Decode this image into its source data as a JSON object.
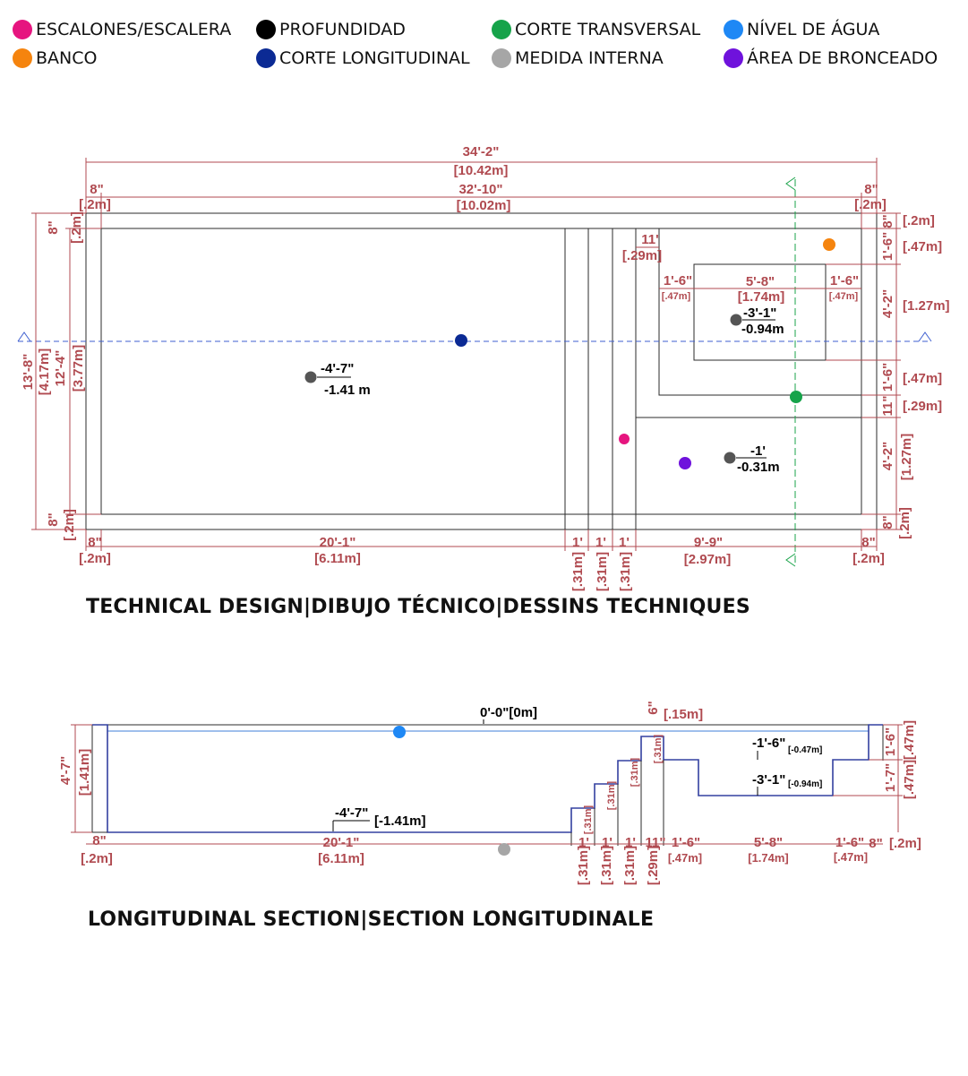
{
  "legend": {
    "items": [
      {
        "label": "ESCALONES/ESCALERA",
        "color": "#e6157f"
      },
      {
        "label": "PROFUNDIDAD",
        "color": "#000000"
      },
      {
        "label": "CORTE TRANSVERSAL",
        "color": "#16a34a"
      },
      {
        "label": "NÍVEL DE ÁGUA",
        "color": "#1e88f5"
      },
      {
        "label": "BANCO",
        "color": "#f5840e"
      },
      {
        "label": "CORTE LONGITUDINAL",
        "color": "#0b2a94"
      },
      {
        "label": "MEDIDA INTERNA",
        "color": "#a6a6a6"
      },
      {
        "label": "ÁREA DE BRONCEADO",
        "color": "#6f12dc"
      }
    ]
  },
  "plan": {
    "caption": "TECHNICAL DESIGN|DIBUJO TÉCNICO|DESSINS TECHNIQUES",
    "total_length": "34'-2\"",
    "total_length_m": "[10.42m]",
    "inner_length": "32'-10\"",
    "inner_length_m": "[10.02m]",
    "wall_left": "8\"",
    "wall_left_m": "[.2m]",
    "wall_right": "8\"",
    "wall_right_m": "[.2m]",
    "total_width": "13'-8\"",
    "total_width_m": "[4.17m]",
    "inner_width": "12'-4\"",
    "inner_width_m": "[3.77m]",
    "wall_top": "8\"",
    "wall_top_m": "[.2m]",
    "wall_bottom": "8\"",
    "wall_bottom_m": "[.2m]",
    "bottom_dims": [
      {
        "ft": "8\"",
        "m": "[.2m]"
      },
      {
        "ft": "20'-1\"",
        "m": "[6.11m]"
      },
      {
        "ft": "1'",
        "m": "[.31m]"
      },
      {
        "ft": "1'",
        "m": "[.31m]"
      },
      {
        "ft": "1'",
        "m": "[.31m]"
      },
      {
        "ft": "9'-9\"",
        "m": "[2.97m]"
      },
      {
        "ft": "8\"",
        "m": "[.2m]"
      }
    ],
    "right_dims": [
      {
        "ft": "8\"",
        "m": "[.2m]"
      },
      {
        "ft": "1'-6\"",
        "m": "[.47m]"
      },
      {
        "ft": "4'-2\"",
        "m": "[1.27m]"
      },
      {
        "ft": "1'-6\"",
        "m": "[.47m]"
      },
      {
        "ft": "11\"",
        "m": "[.29m]"
      },
      {
        "ft": "4'-2\"",
        "m": "[1.27m]"
      },
      {
        "ft": "8\"",
        "m": "[.2m]"
      }
    ],
    "step_depth": "11'",
    "step_depth_m": "[.29m]",
    "bench_left": "1'-6\"",
    "bench_left_m": "[.47m]",
    "bench_width": "5'-8\"",
    "bench_width_m": "[1.74m]",
    "bench_right": "1'-6\"",
    "bench_right_m": "[.47m]",
    "depth_deep": "-4'-7\"",
    "depth_deep_m": "-1.41 m",
    "depth_bench": "-3'-1\"",
    "depth_bench_m": "-0.94m",
    "depth_tan": "-1'",
    "depth_tan_m": "-0.31m"
  },
  "section": {
    "caption": "LONGITUDINAL SECTION|SECTION LONGITUDINALE",
    "water_level": "0'-0\"[0m]",
    "top_step": "6\"",
    "top_step_m": "[.15m]",
    "depth_height": "4'-7\"",
    "depth_height_m": "[1.41m]",
    "floor_label": "-4'-7\"",
    "floor_label_m": "[-1.41m]",
    "bench_top": "-1'-6\"",
    "bench_top_m": "[-0.47m]",
    "bench_floor": "-3'-1\"",
    "bench_floor_m": "[-0.94m]",
    "step_rise_m": "[.31m]",
    "right_upper": "1'-6\"",
    "right_upper_m": "[.47m]",
    "right_lower": "1'-7\"",
    "right_lower_m": "[.47m]",
    "bottom_dims": [
      {
        "ft": "8\"",
        "m": "[.2m]"
      },
      {
        "ft": "20'-1\"",
        "m": "[6.11m]"
      },
      {
        "ft": "1'",
        "m": "[.31m]"
      },
      {
        "ft": "1'",
        "m": "[.31m]"
      },
      {
        "ft": "1'",
        "m": "[.31m]"
      },
      {
        "ft": "11\"",
        "m": "[.29m]"
      },
      {
        "ft": "1'-6\"",
        "m": "[.47m]"
      },
      {
        "ft": "5'-8\"",
        "m": "[1.74m]"
      },
      {
        "ft": "1'-6\"",
        "m": "[.47m]"
      },
      {
        "ft": "8\"",
        "m": "[.2m]"
      }
    ]
  }
}
